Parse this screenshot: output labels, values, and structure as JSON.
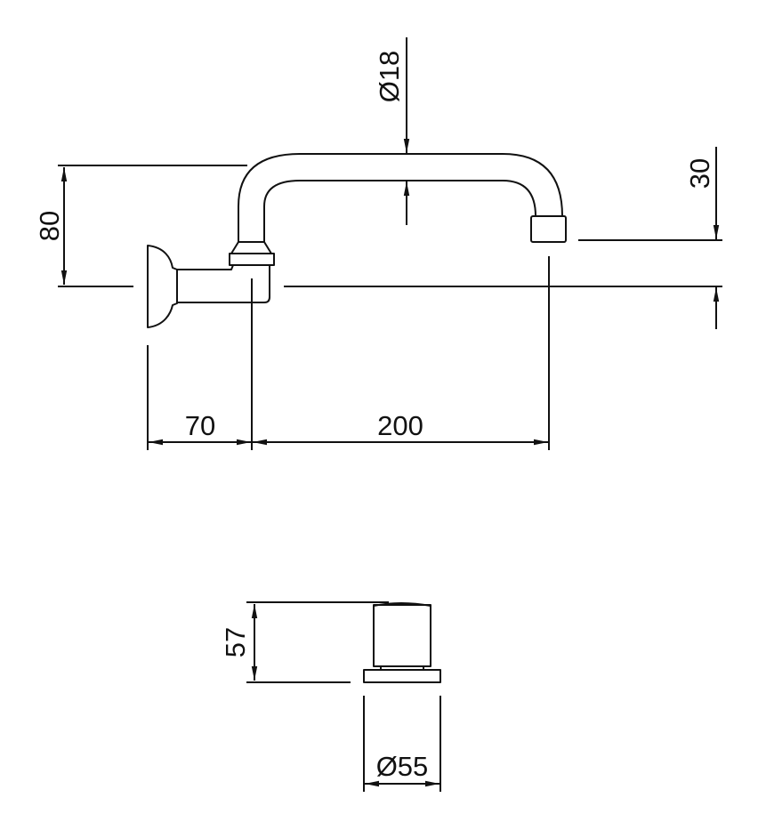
{
  "drawing": {
    "line_color": "#111111",
    "background": "#ffffff",
    "spout_view": {
      "dim_pipe_diameter": "Ø18",
      "dim_height": "80",
      "dim_outlet_drop": "30",
      "dim_wall_offset": "70",
      "dim_reach": "200"
    },
    "valve_view": {
      "dim_height": "57",
      "dim_diameter": "Ø55"
    }
  }
}
